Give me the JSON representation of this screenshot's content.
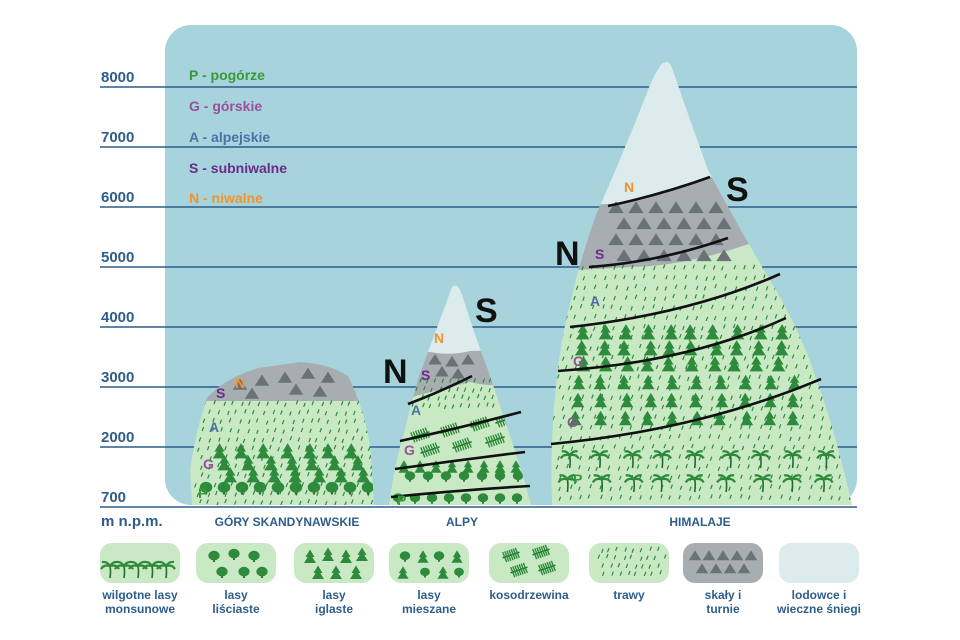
{
  "colors": {
    "sky": "#a6d3dc",
    "grass": "#c9e8c4",
    "rock": "#a7adb1",
    "snow": "#dcebeb",
    "tree": "#2e8b3c",
    "axis": "#2f5d8a",
    "P": "#3a9a3a",
    "G": "#9a4f9a",
    "A": "#4f6fa8",
    "S": "#6a2c8a",
    "N": "#f0952a"
  },
  "altitude_labels": [
    "8000",
    "7000",
    "6000",
    "5000",
    "4000",
    "3000",
    "2000",
    "700"
  ],
  "unit_label": "m n.p.m.",
  "key": [
    {
      "letter": "P",
      "text": "P - pogórze"
    },
    {
      "letter": "G",
      "text": "G - górskie"
    },
    {
      "letter": "A",
      "text": "A - alpejskie"
    },
    {
      "letter": "S",
      "text": "S - subniwalne"
    },
    {
      "letter": "N",
      "text": "N - niwalne"
    }
  ],
  "mountains": {
    "scandinavia": {
      "name": "GÓRY SKANDYNAWSKIE",
      "letters": [
        "P",
        "G",
        "A",
        "S",
        "N"
      ]
    },
    "alps": {
      "name": "ALPY",
      "letters": [
        "P",
        "G",
        "A",
        "S",
        "N"
      ],
      "big_N": "N",
      "big_S": "S"
    },
    "himalaya": {
      "name": "HIMALAJE",
      "letters": [
        "P",
        "G",
        "G",
        "A",
        "S",
        "N"
      ],
      "big_N": "N",
      "big_S": "S"
    }
  },
  "legend": [
    {
      "pattern": "palms",
      "lines": [
        "wilgotne lasy",
        "monsunowe"
      ]
    },
    {
      "pattern": "deciduous",
      "lines": [
        "lasy",
        "liściaste"
      ]
    },
    {
      "pattern": "conifer",
      "lines": [
        "lasy",
        "iglaste"
      ]
    },
    {
      "pattern": "mixed",
      "lines": [
        "lasy",
        "mieszane"
      ]
    },
    {
      "pattern": "pine",
      "lines": [
        "kosodrzewina"
      ]
    },
    {
      "pattern": "grass",
      "lines": [
        "trawy"
      ]
    },
    {
      "pattern": "rock",
      "lines": [
        "skały i",
        "turnie"
      ]
    },
    {
      "pattern": "snow",
      "lines": [
        "lodowce i",
        "wieczne śniegi"
      ]
    }
  ]
}
